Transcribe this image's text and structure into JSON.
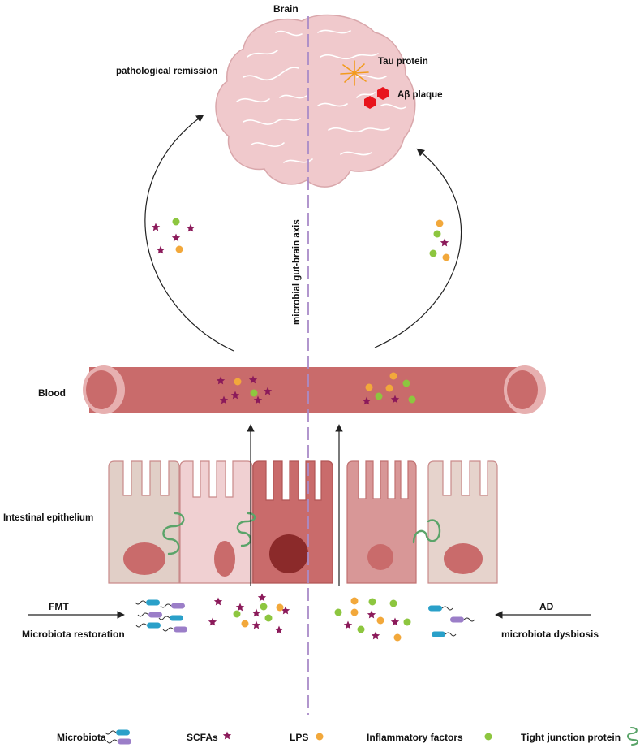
{
  "labels": {
    "brain": "Brain",
    "tau_protein": "Tau protein",
    "abeta_plaque": "Aβ plaque",
    "pathological_remission": "pathological remission",
    "axis": "microbial gut-brain axis",
    "blood": "Blood",
    "intestinal_epithelium": "Intestinal epithelium",
    "fmt": "FMT",
    "microbiota_restoration": "Microbiota restoration",
    "ad": "AD",
    "microbiota_dysbiosis": "microbiota dysbiosis"
  },
  "legend": {
    "microbiota": "Microbiota",
    "scfas": "SCFAs",
    "lps": "LPS",
    "inflammatory_factors": "Inflammatory factors",
    "tight_junction_protein": "Tight junction protein"
  },
  "colors": {
    "scfa_star": "#8b1a5a",
    "lps_dot": "#f2a83b",
    "inflammatory_dot": "#8dc63f",
    "tight_junction": "#5aa469",
    "brain_fill": "#f0c9cc",
    "blood_vessel": "#c96b6b",
    "axis_line": "#a98bc8",
    "plaque": "#e8141c",
    "tau": "#f29b1d"
  }
}
